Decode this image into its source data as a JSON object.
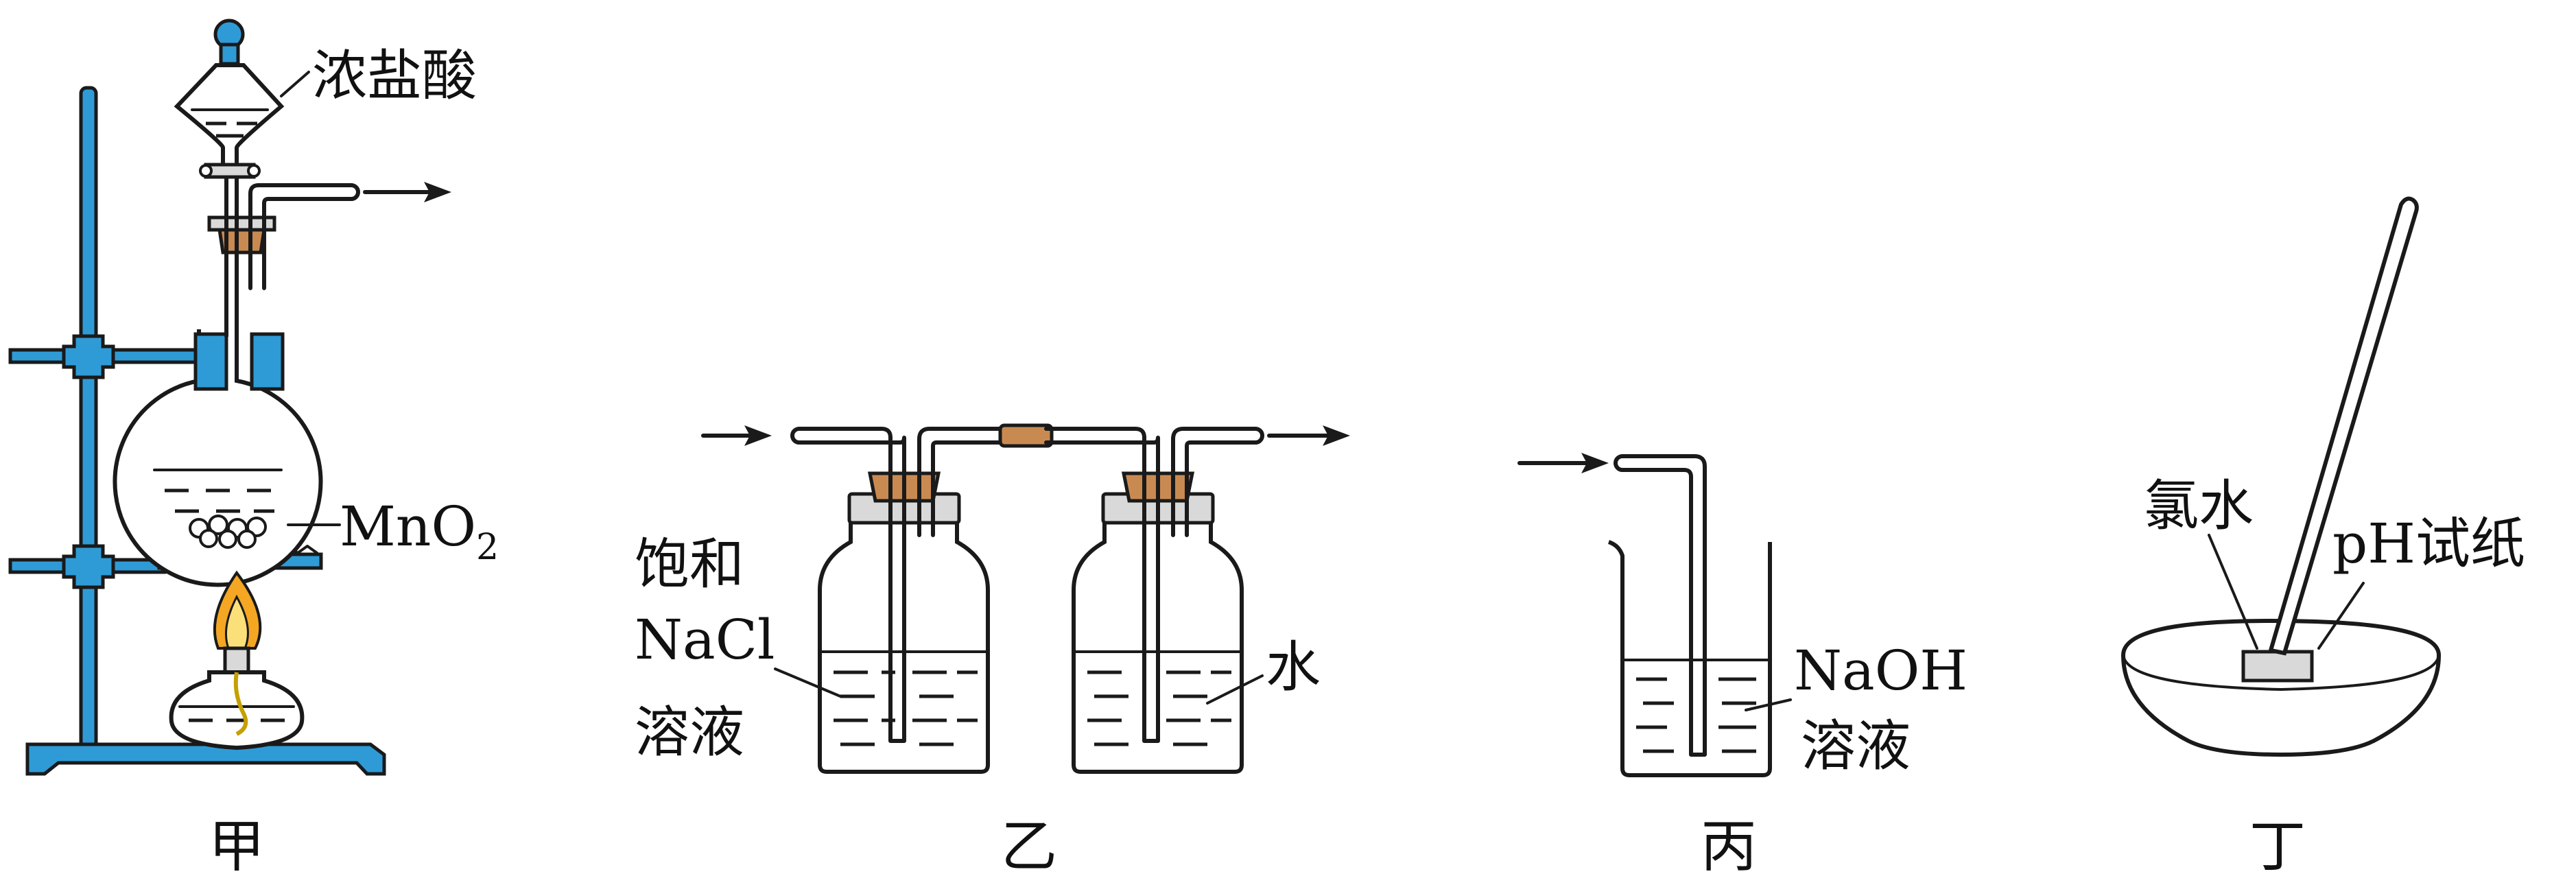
{
  "labels": {
    "jia": {
      "caption": "甲",
      "funnel_reagent": "浓盐酸",
      "solid_reagent": "MnO",
      "solid_subscript": "2"
    },
    "yi": {
      "caption": "乙",
      "bottle1_line1": "饱和",
      "bottle1_line2": "NaCl",
      "bottle1_line3": "溶液",
      "bottle2_liquid": "水"
    },
    "bing": {
      "caption": "丙",
      "line1": "NaOH",
      "line2": "溶液"
    },
    "ding": {
      "caption": "丁",
      "liquid": "氯水",
      "paper": "pH试纸"
    }
  },
  "colors": {
    "stand": "#2f9bd6",
    "stopper": "#c98a52",
    "flame": "#f5a623"
  }
}
